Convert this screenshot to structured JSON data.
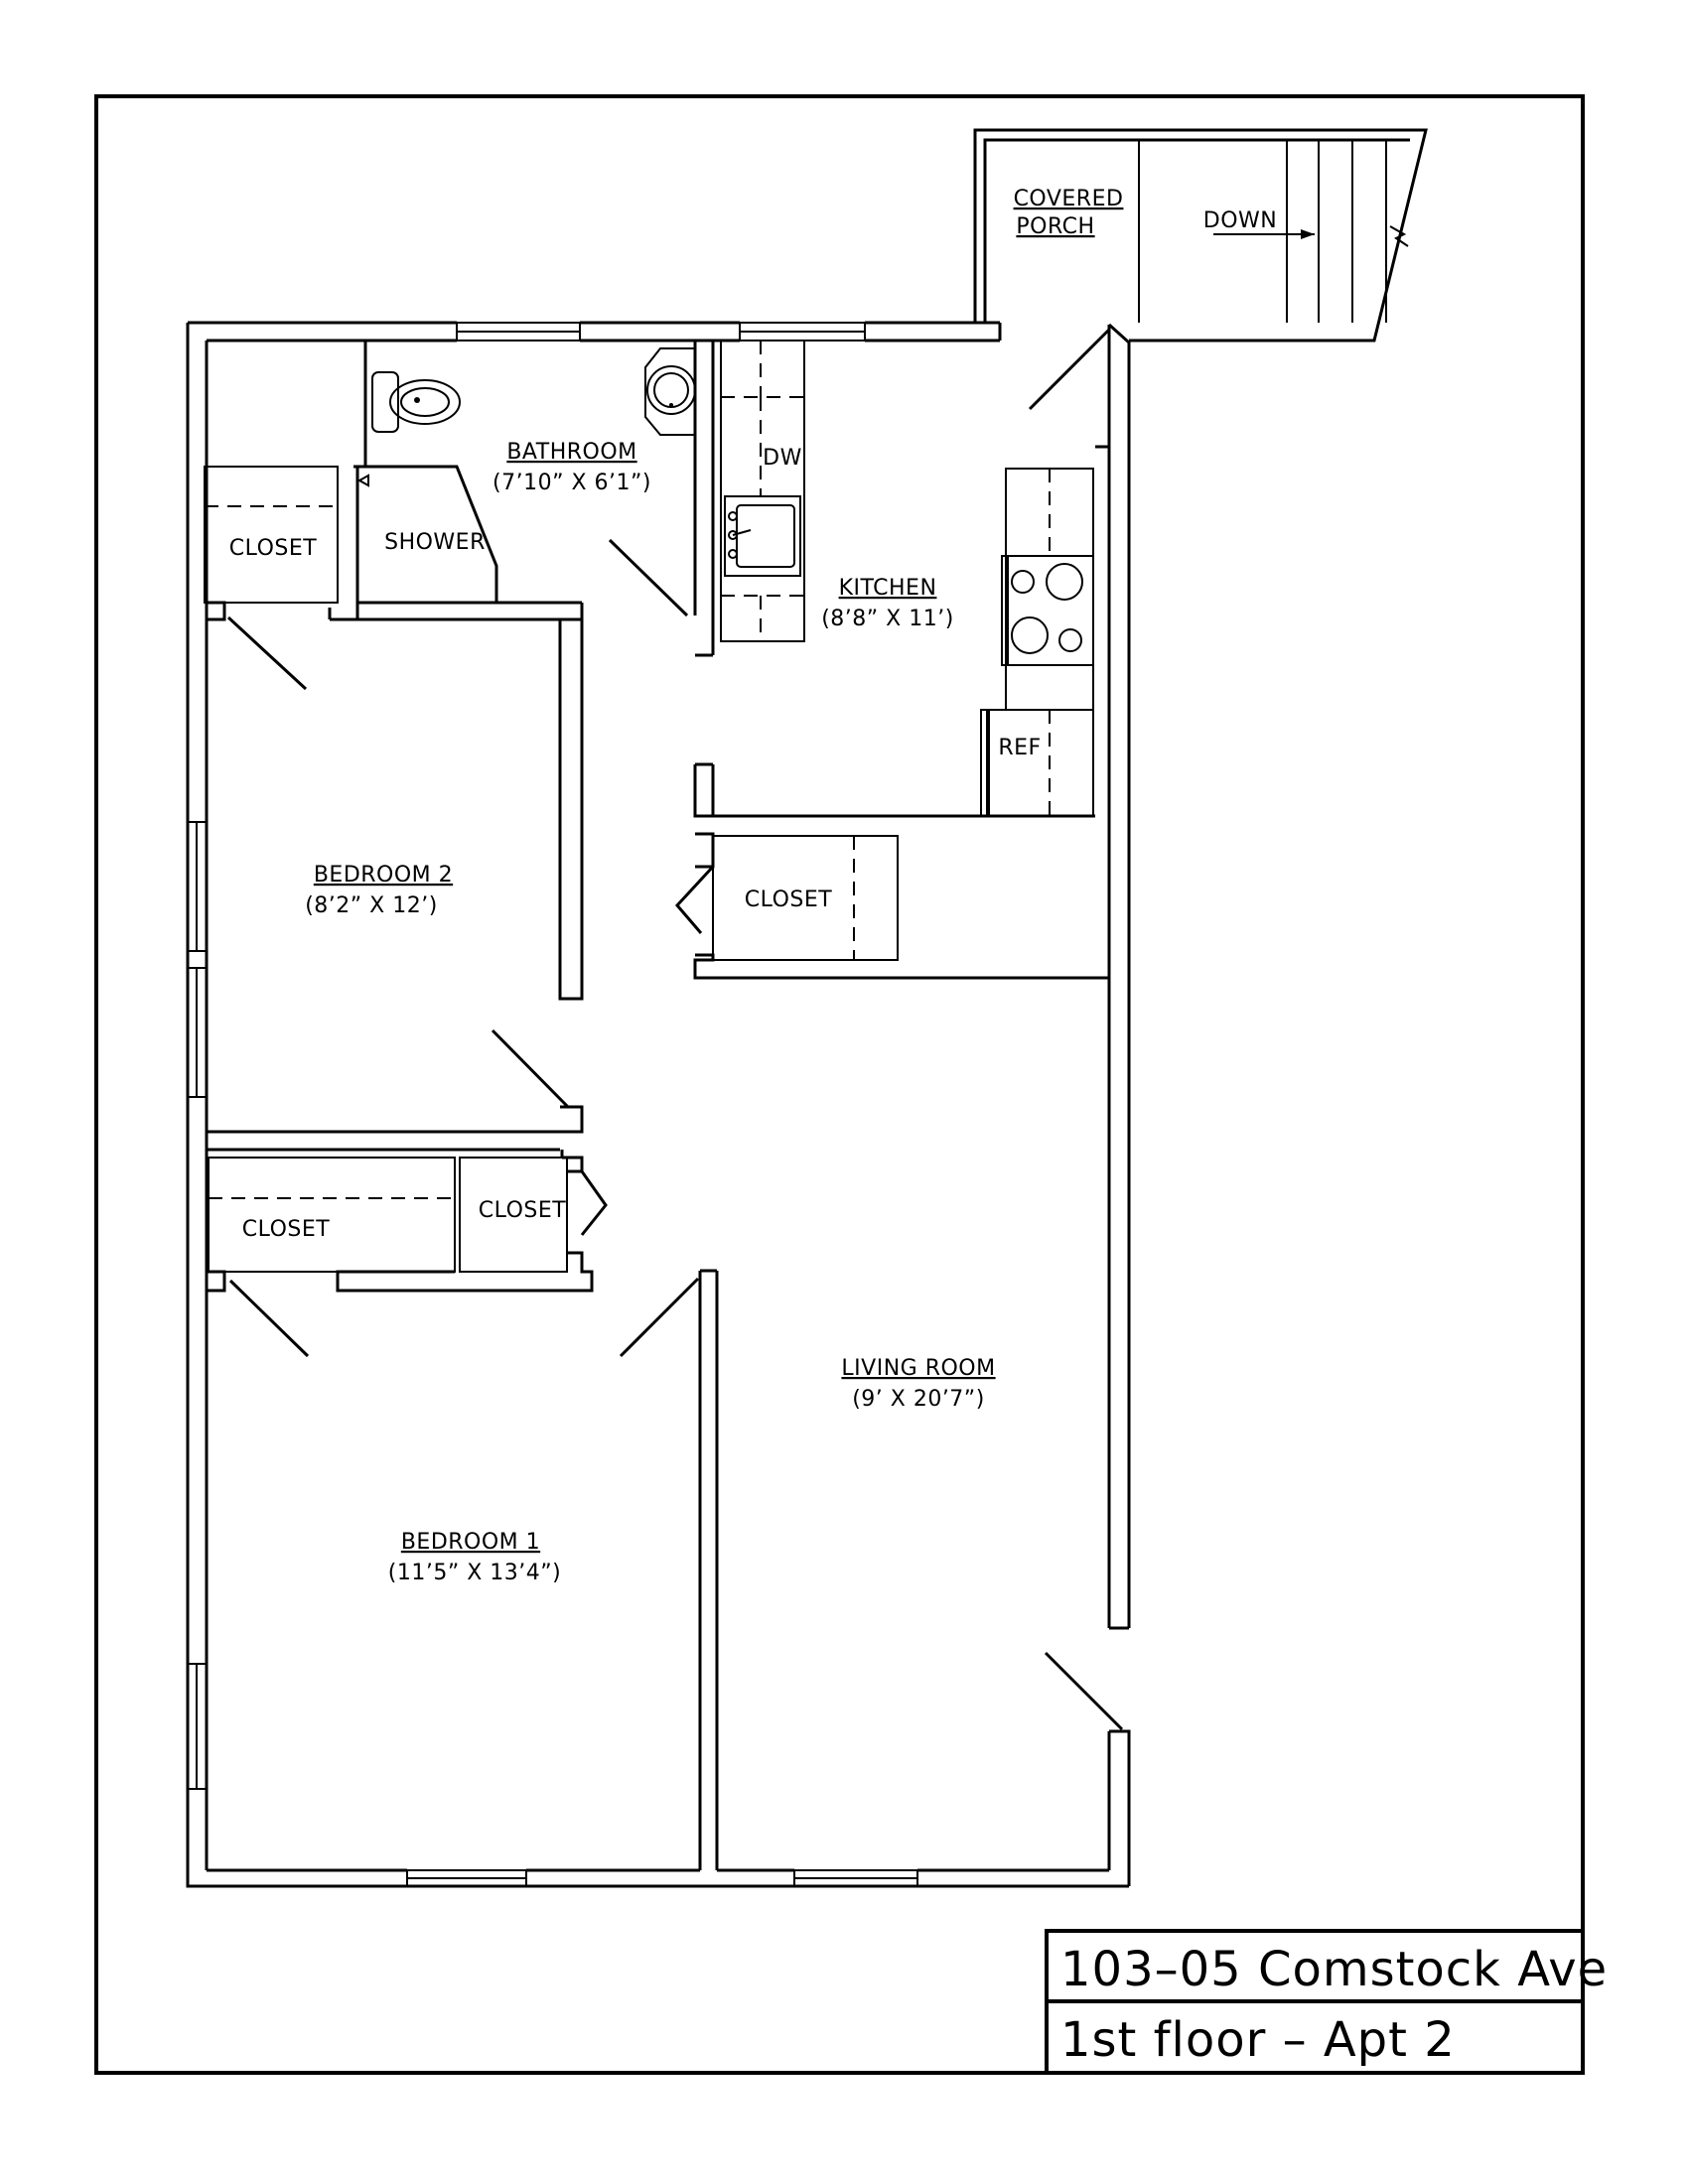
{
  "title_block": {
    "line1": "103–05 Comstock Ave",
    "line2": "1st floor – Apt 2"
  },
  "rooms": {
    "porch": {
      "name_line1": "COVERED",
      "name_line2": "PORCH"
    },
    "stairs": {
      "label": "DOWN"
    },
    "bathroom": {
      "name": "BATHROOM",
      "size": "(7’10” X 6’1”)"
    },
    "shower": {
      "label": "SHOWER"
    },
    "kitchen": {
      "name": "KITCHEN",
      "size": "(8’8” X 11’)"
    },
    "dishwasher": {
      "label": "DW"
    },
    "refrigerator": {
      "label": "REF"
    },
    "bedroom2": {
      "name": "BEDROOM 2",
      "size": "(8’2” X 12’)"
    },
    "bedroom1": {
      "name": "BEDROOM 1",
      "size": "(11’5” X 13’4”)"
    },
    "living_room": {
      "name": "LIVING ROOM",
      "size": "(9’ X 20’7”)"
    },
    "closets": {
      "bedroom2_closet": "CLOSET",
      "hall_closet": "CLOSET",
      "bedroom1_closet": "CLOSET",
      "small_closet": "CLOSET"
    }
  }
}
